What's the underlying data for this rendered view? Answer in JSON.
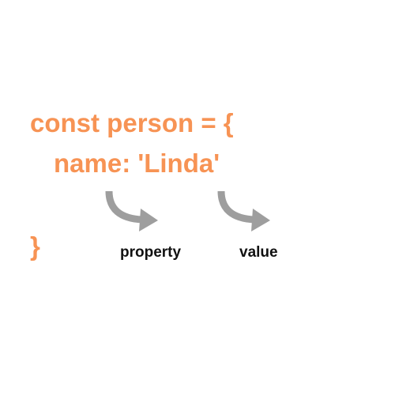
{
  "code": {
    "line1": "const person = {",
    "line2": "name: 'Linda'",
    "line3": "}"
  },
  "annotations": {
    "property_label": "property",
    "value_label": "value"
  },
  "colors": {
    "code": "#F79354",
    "arrow": "#9E9E9E",
    "label": "#111111",
    "background": "#FFFFFF"
  },
  "icons": {
    "property_arrow": "curved-arrow-down-right-icon",
    "value_arrow": "curved-arrow-down-right-icon"
  }
}
